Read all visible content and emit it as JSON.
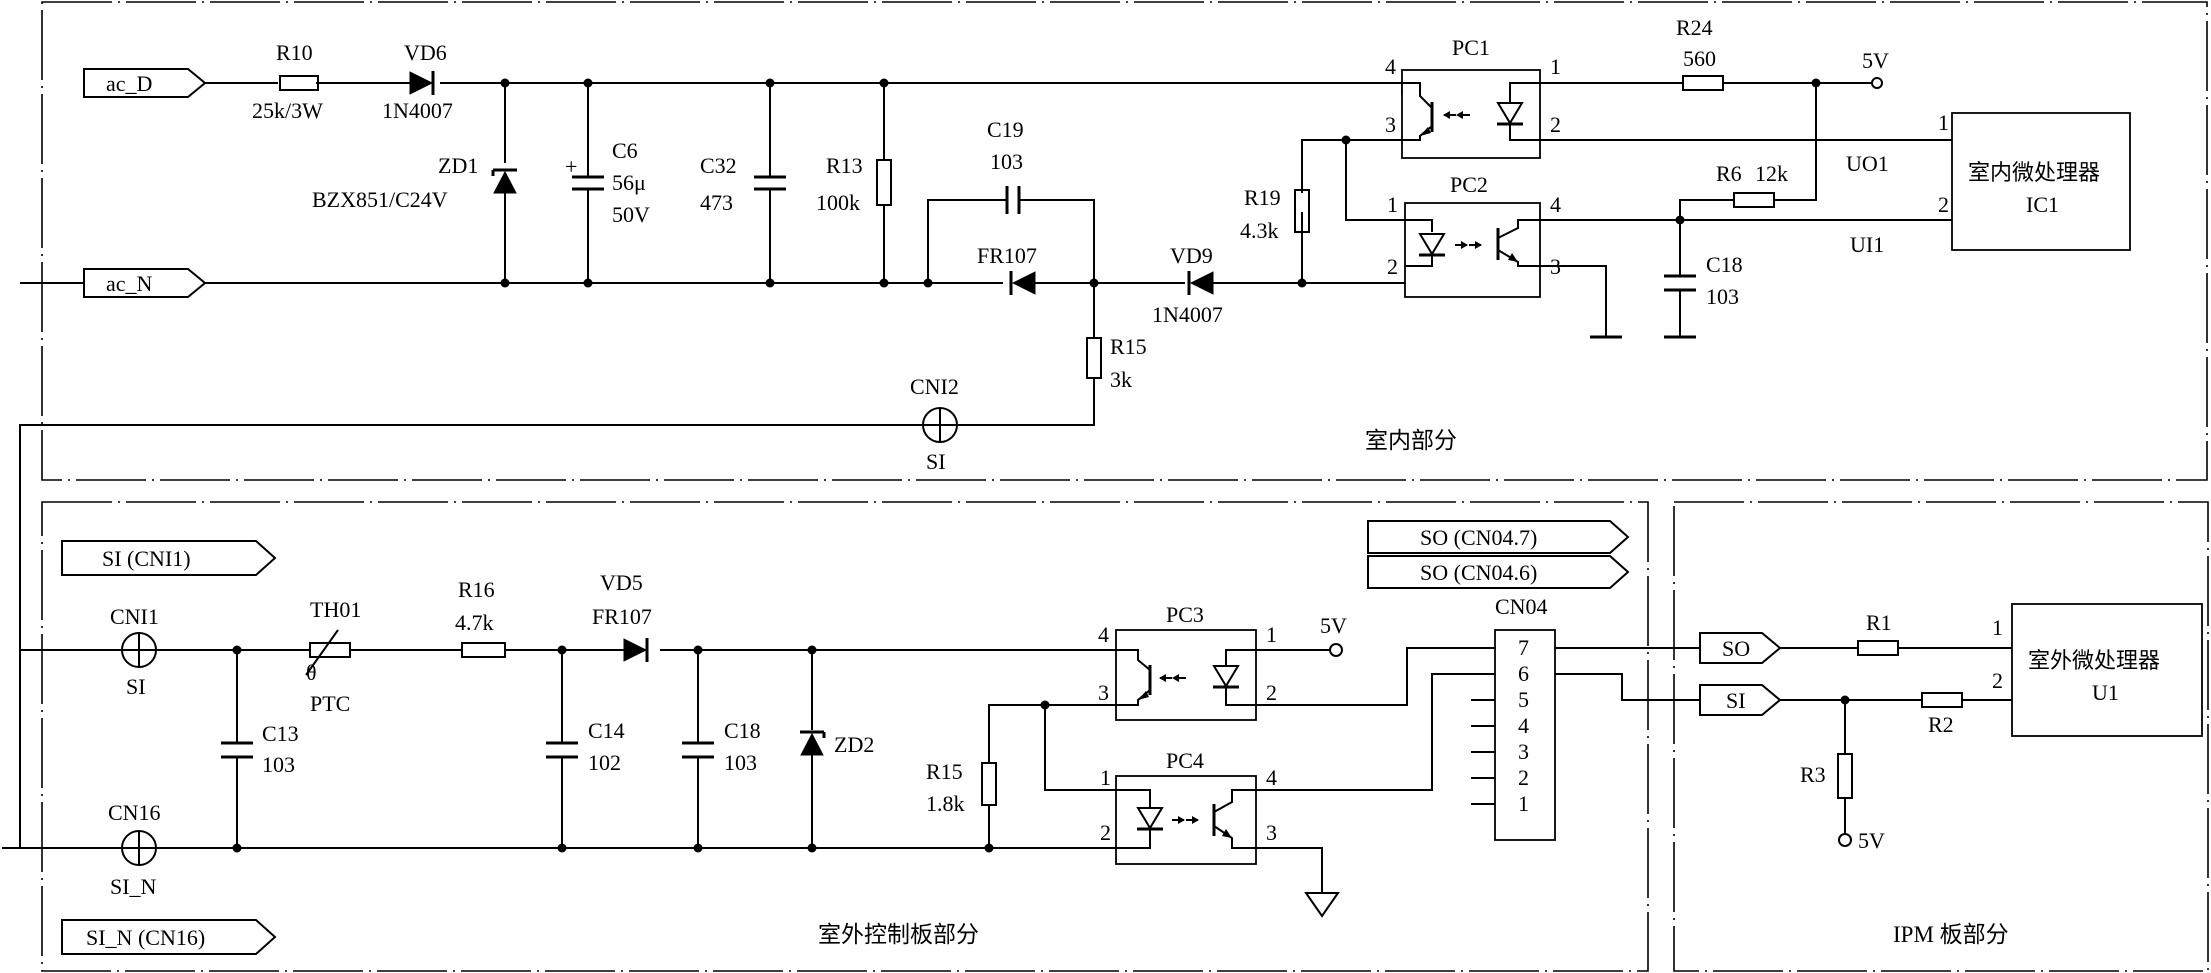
{
  "sections": {
    "indoor": "室内部分",
    "outdoor_ctrl": "室外控制板部分",
    "ipm": "IPM 板部分"
  },
  "ports": {
    "ac_d": "ac_D",
    "ac_n": "ac_N",
    "si_cni1": "SI (CNI1)",
    "si_n_cn16": "SI_N (CN16)",
    "so_cn04_7": "SO (CN04.7)",
    "so_cn04_6": "SO (CN04.6)",
    "so": "SO",
    "si": "SI"
  },
  "components": {
    "r10": {
      "ref": "R10",
      "value": "25k/3W"
    },
    "vd6": {
      "ref": "VD6",
      "value": "1N4007"
    },
    "zd1": {
      "ref": "ZD1",
      "value": "BZX851/C24V"
    },
    "c6": {
      "ref": "C6",
      "value1": "56μ",
      "value2": "50V"
    },
    "c32": {
      "ref": "C32",
      "value": "473"
    },
    "r13": {
      "ref": "R13",
      "value": "100k"
    },
    "c19": {
      "ref": "C19",
      "value": "103"
    },
    "fr107_top": {
      "ref": "FR107"
    },
    "vd9": {
      "ref": "VD9",
      "value": "1N4007"
    },
    "r19": {
      "ref": "R19",
      "value": "4.3k"
    },
    "r15_top": {
      "ref": "R15",
      "value": "3k"
    },
    "cni2": {
      "ref": "CNI2",
      "value": "SI"
    },
    "pc1": {
      "ref": "PC1",
      "p4": "4",
      "p3": "3",
      "p1": "1",
      "p2": "2"
    },
    "pc2": {
      "ref": "PC2",
      "p1": "1",
      "p2": "2",
      "p4": "4",
      "p3": "3"
    },
    "r24": {
      "ref": "R24",
      "value": "560"
    },
    "r6": {
      "ref": "R6",
      "value": "12k"
    },
    "c18_top": {
      "ref": "C18",
      "value": "103"
    },
    "ic1": {
      "name": "室内微处理器",
      "ref": "IC1",
      "p1": "1",
      "p2": "2",
      "uo1": "UO1",
      "ui1": "UI1"
    },
    "cni1": {
      "ref": "CNI1",
      "value": "SI"
    },
    "cn16": {
      "ref": "CN16",
      "value": "SI_N"
    },
    "c13": {
      "ref": "C13",
      "value": "103"
    },
    "th01": {
      "ref": "TH01",
      "value": "PTC",
      "theta": "θ"
    },
    "r16": {
      "ref": "R16",
      "value": "4.7k"
    },
    "vd5": {
      "ref": "VD5",
      "value": "FR107"
    },
    "c14": {
      "ref": "C14",
      "value": "102"
    },
    "c18_bot": {
      "ref": "C18",
      "value": "103"
    },
    "zd2": {
      "ref": "ZD2"
    },
    "r15_bot": {
      "ref": "R15",
      "value": "1.8k"
    },
    "pc3": {
      "ref": "PC3",
      "p4": "4",
      "p3": "3",
      "p1": "1",
      "p2": "2"
    },
    "pc4": {
      "ref": "PC4",
      "p1": "1",
      "p2": "2",
      "p4": "4",
      "p3": "3"
    },
    "cn04": {
      "ref": "CN04",
      "pins": [
        "7",
        "6",
        "5",
        "4",
        "3",
        "2",
        "1"
      ]
    },
    "r1": {
      "ref": "R1"
    },
    "r2": {
      "ref": "R2"
    },
    "r3": {
      "ref": "R3"
    },
    "u1": {
      "name": "室外微处理器",
      "ref": "U1",
      "p1": "1",
      "p2": "2"
    }
  },
  "supplies": {
    "v5_top": "5V",
    "v5_pc3": "5V",
    "v5_r3": "5V"
  }
}
